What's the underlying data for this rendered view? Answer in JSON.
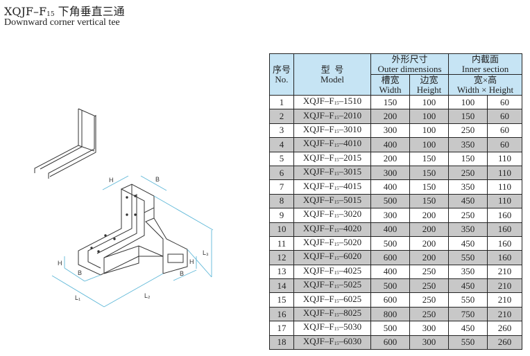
{
  "title": {
    "prefix": "XQJF–F",
    "sub": "15",
    "cn": "下角垂直三通"
  },
  "subtitle": "Downward corner vertical tee",
  "diagram_labels": {
    "h_top": "H",
    "b_top": "B",
    "h_left": "H",
    "b_left": "B",
    "l1": "L₁",
    "l2": "L₂",
    "b_right": "B",
    "h_right": "H",
    "l3": "L₃"
  },
  "table": {
    "headers": {
      "no_cn": "序号",
      "no_en": "No.",
      "model_cn": "型  号",
      "model_en": "Model",
      "outer_cn": "外形尺寸",
      "outer_en": "Outer dimensions",
      "inner_cn": "内截面",
      "inner_en": "Inner section",
      "width_cn": "槽宽",
      "width_en": "Width",
      "height_cn": "边宽",
      "height_en": "Height",
      "wh_cn": "宽×高",
      "wh_en": "Width × Height"
    },
    "model_prefix": "XQJF–F",
    "model_sub": "15",
    "rows": [
      {
        "no": "1",
        "code": "–1510",
        "ow": "150",
        "oh": "100",
        "iw": "100",
        "ih": "60"
      },
      {
        "no": "2",
        "code": "–2010",
        "ow": "200",
        "oh": "100",
        "iw": "150",
        "ih": "60"
      },
      {
        "no": "3",
        "code": "–3010",
        "ow": "300",
        "oh": "100",
        "iw": "250",
        "ih": "60"
      },
      {
        "no": "4",
        "code": "–4010",
        "ow": "400",
        "oh": "100",
        "iw": "350",
        "ih": "60"
      },
      {
        "no": "5",
        "code": "–2015",
        "ow": "200",
        "oh": "150",
        "iw": "150",
        "ih": "110"
      },
      {
        "no": "6",
        "code": "–3015",
        "ow": "300",
        "oh": "150",
        "iw": "250",
        "ih": "110"
      },
      {
        "no": "7",
        "code": "–4015",
        "ow": "400",
        "oh": "150",
        "iw": "350",
        "ih": "110"
      },
      {
        "no": "8",
        "code": "–5015",
        "ow": "500",
        "oh": "150",
        "iw": "450",
        "ih": "110"
      },
      {
        "no": "9",
        "code": "–3020",
        "ow": "300",
        "oh": "200",
        "iw": "250",
        "ih": "160"
      },
      {
        "no": "10",
        "code": "–4020",
        "ow": "400",
        "oh": "200",
        "iw": "350",
        "ih": "160"
      },
      {
        "no": "11",
        "code": "–5020",
        "ow": "500",
        "oh": "200",
        "iw": "450",
        "ih": "160"
      },
      {
        "no": "12",
        "code": "–6020",
        "ow": "600",
        "oh": "200",
        "iw": "550",
        "ih": "160"
      },
      {
        "no": "13",
        "code": "–4025",
        "ow": "400",
        "oh": "250",
        "iw": "350",
        "ih": "210"
      },
      {
        "no": "14",
        "code": "–5025",
        "ow": "500",
        "oh": "250",
        "iw": "450",
        "ih": "210"
      },
      {
        "no": "15",
        "code": "–6025",
        "ow": "600",
        "oh": "250",
        "iw": "550",
        "ih": "210"
      },
      {
        "no": "16",
        "code": "–8025",
        "ow": "800",
        "oh": "250",
        "iw": "750",
        "ih": "210"
      },
      {
        "no": "17",
        "code": "–5030",
        "ow": "500",
        "oh": "300",
        "iw": "450",
        "ih": "260"
      },
      {
        "no": "18",
        "code": "–6030",
        "ow": "600",
        "oh": "300",
        "iw": "550",
        "ih": "260"
      }
    ]
  },
  "colors": {
    "header_bg": "#c6e4f4",
    "alt_row": "#c8c8c8",
    "dimension": "#5fb8d8"
  }
}
